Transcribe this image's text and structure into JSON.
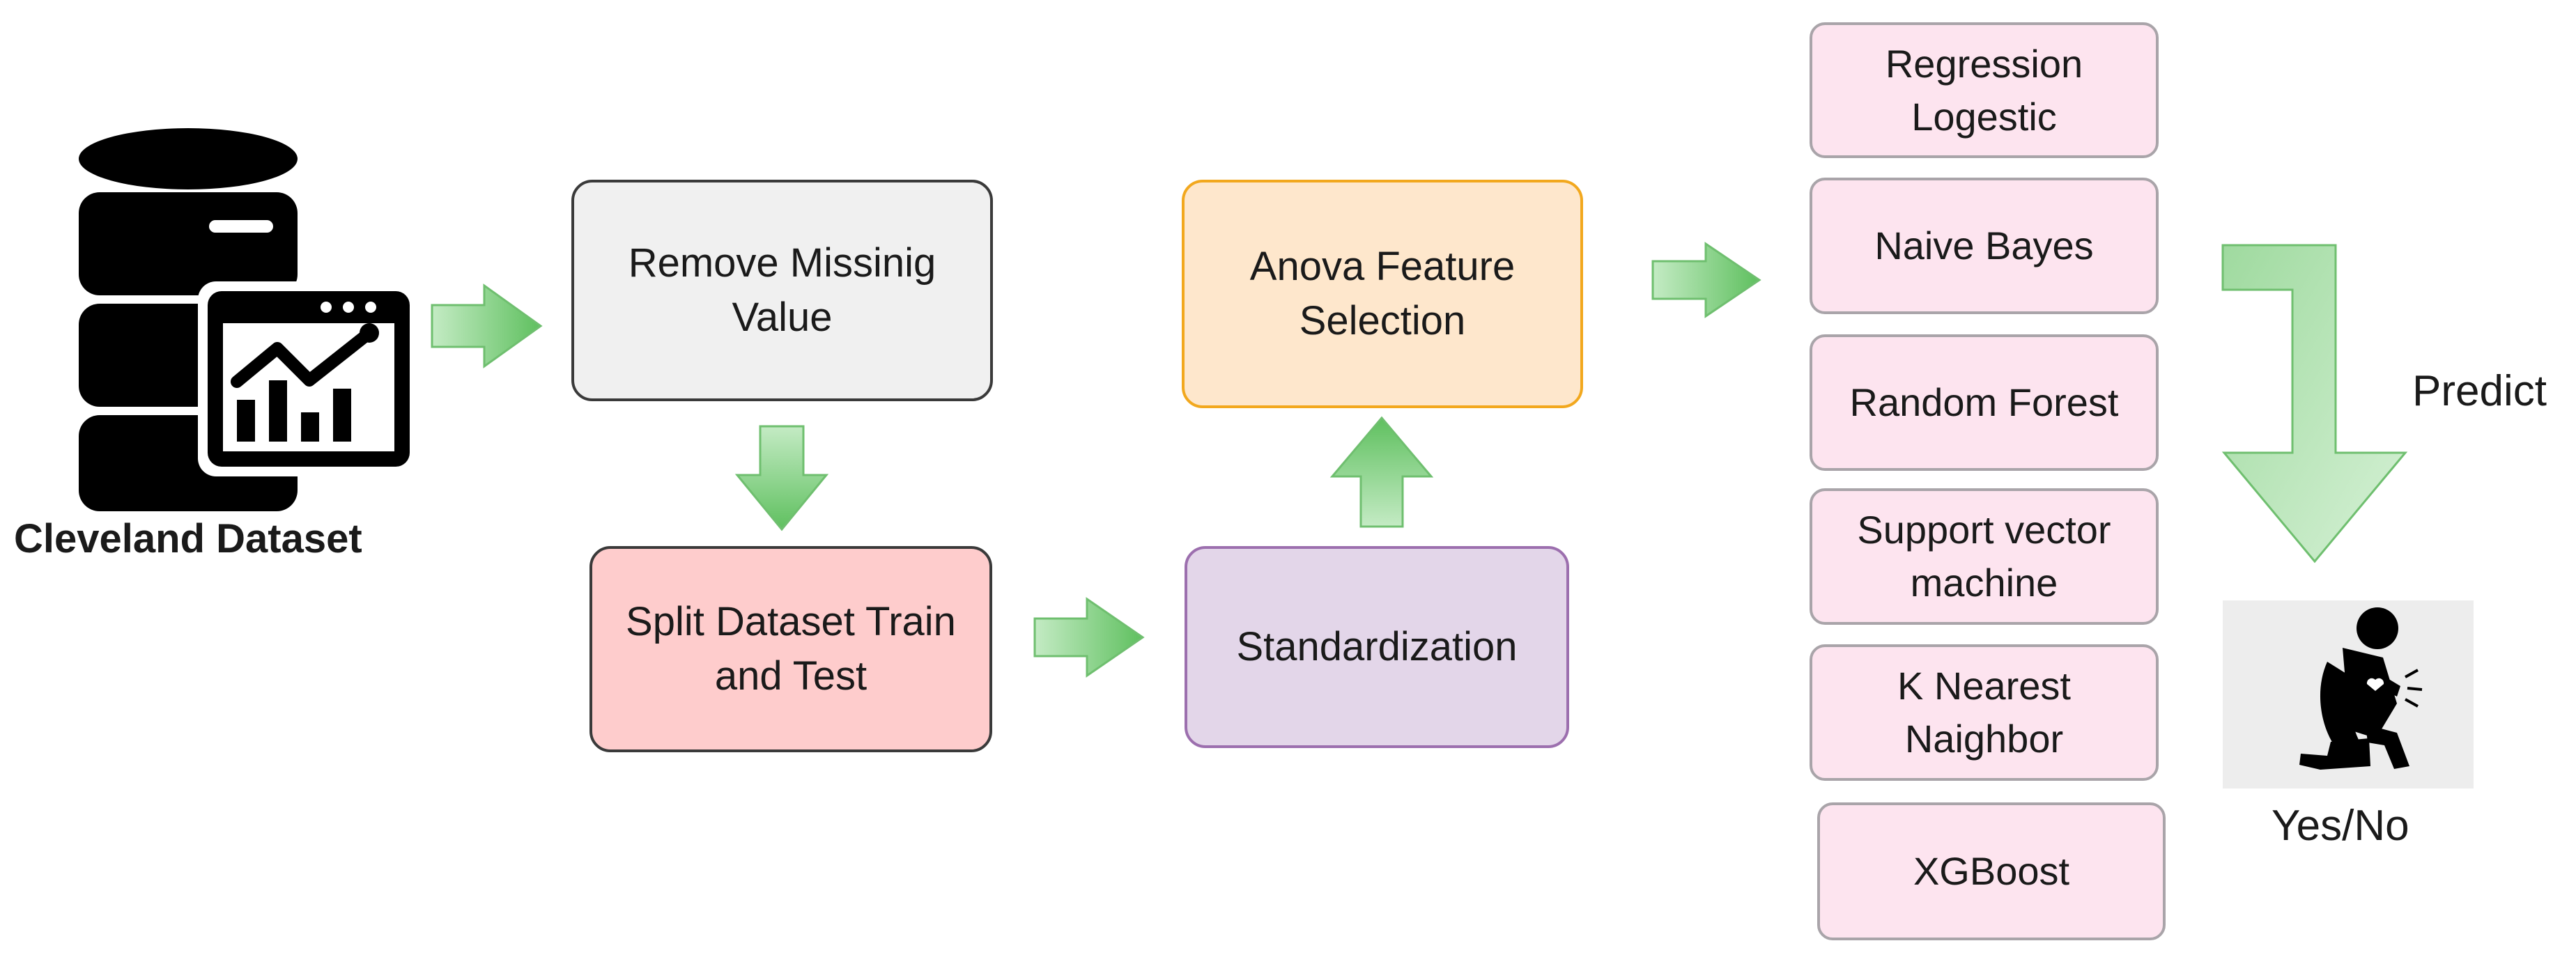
{
  "dataset": {
    "label": "Cleveland Dataset",
    "icon": "database-chart-icon"
  },
  "steps": {
    "remove_missing": {
      "label": "Remove Missinig\nValue",
      "fill": "#f0f0f0",
      "border": "#3a3a3a"
    },
    "split": {
      "label": "Split Dataset Train\nand Test",
      "fill": "#fecccc",
      "border": "#3a3a3a"
    },
    "standardization": {
      "label": "Standardization",
      "fill": "#e3d6e9",
      "border": "#9c6fae"
    },
    "anova": {
      "label": "Anova Feature\nSelection",
      "fill": "#fee7cc",
      "border": "#f2a81e"
    }
  },
  "models": [
    {
      "label": "Regression\nLogestic"
    },
    {
      "label": "Naive Bayes"
    },
    {
      "label": "Random Forest"
    },
    {
      "label": "Support vector\nmachine"
    },
    {
      "label": "K Nearest\nNaighbor"
    },
    {
      "label": "XGBoost"
    }
  ],
  "model_style": {
    "fill": "#fde4ef",
    "border": "#a9a4a9"
  },
  "prediction": {
    "label": "Predict",
    "result": "Yes/No",
    "icon": "heart-attack-person-icon"
  },
  "arrow_color": "#8ed18e"
}
